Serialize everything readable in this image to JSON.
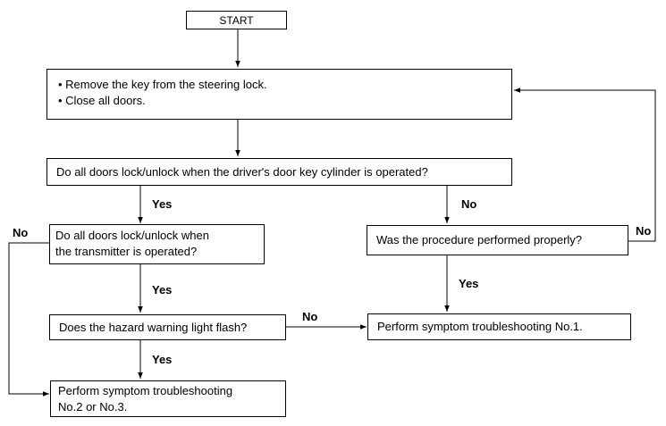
{
  "flowchart": {
    "start": "START",
    "step1": {
      "bullets": [
        "Remove the key from the steering lock.",
        "Close all doors."
      ]
    },
    "q1": "Do all doors lock/unlock when the driver's door key cylinder is operated?",
    "q2": {
      "line1": "Do all doors lock/unlock when",
      "line2": "the transmitter is operated?"
    },
    "q3": "Was the procedure performed properly?",
    "q4": "Does the hazard warning light flash?",
    "result1": "Perform symptom troubleshooting No.1.",
    "result2": {
      "line1": "Perform symptom troubleshooting",
      "line2": "No.2 or No.3."
    },
    "labels": {
      "yes": "Yes",
      "no": "No"
    }
  }
}
